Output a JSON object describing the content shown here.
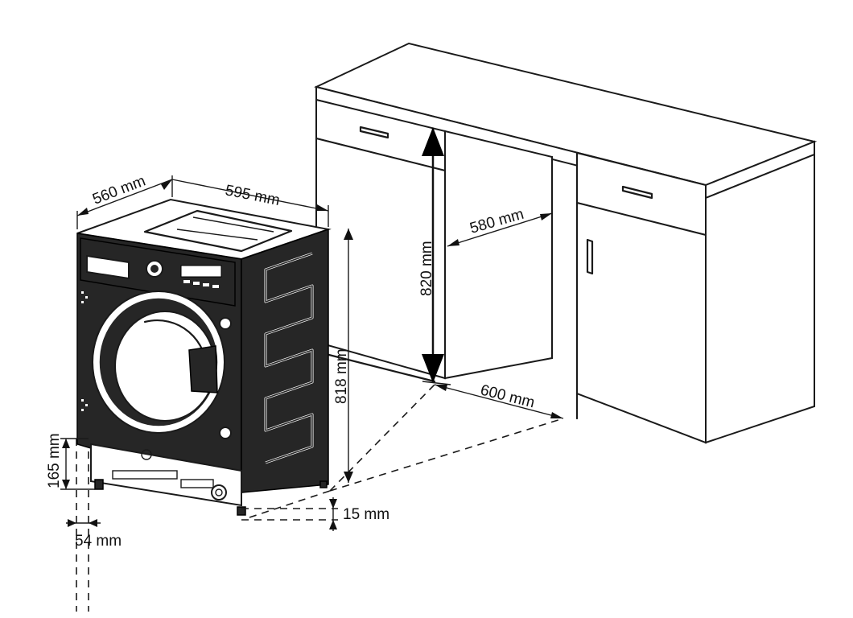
{
  "dimensions": {
    "machine_depth": "560 mm",
    "machine_width": "595 mm",
    "machine_height": "818 mm",
    "niche_height": "820 mm",
    "niche_width": "580 mm",
    "niche_depth": "600 mm",
    "base_height": "165 mm",
    "foot_offset": "54 mm",
    "foot_clearance": "15 mm"
  },
  "colors": {
    "line": "#1a1a1a",
    "machine_body": "#262626",
    "background": "#ffffff"
  }
}
